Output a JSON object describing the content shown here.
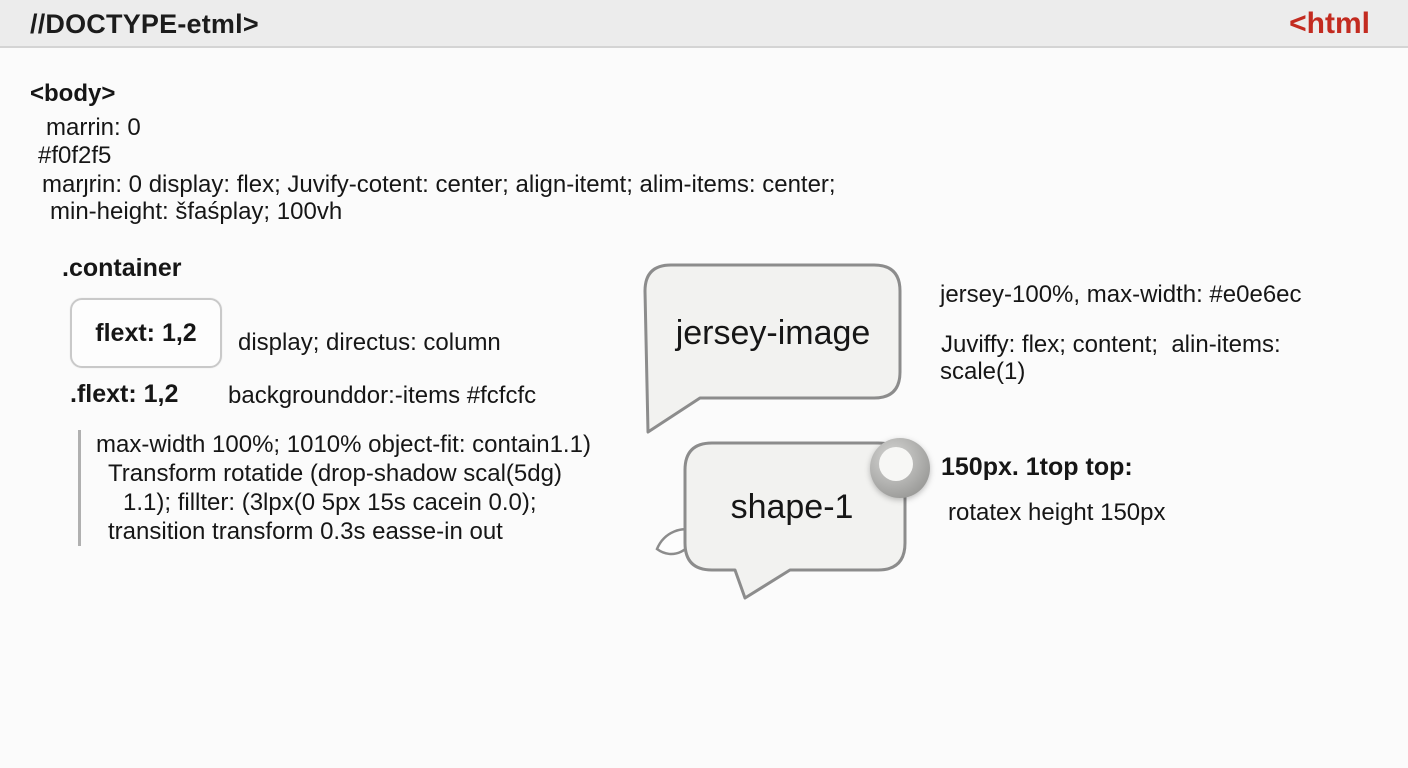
{
  "page": {
    "background": "#fbfbfb",
    "text_color": "#161616"
  },
  "topbar": {
    "title": "//DOCTYPE-etml>",
    "tag": "<html",
    "tag_color": "#c32b20"
  },
  "body_block": {
    "tag": "<body>",
    "lines": [
      "marrin: 0",
      "#f0f2f5",
      "marȷrin: 0 display: flex; Juvify-cotent: center; align-itemt; alim-items: center;",
      "min-height: šfaśplay; 100vh"
    ]
  },
  "container_section": {
    "heading": ".container",
    "flex_box": {
      "label": "flext: 1,2",
      "note": "display; directus: column"
    },
    "flext_rule": {
      "label": ".flext: 1,2",
      "note": "backgrounddor:-items #fcfcfc"
    },
    "style_lines": [
      "max-width 100%; 1010% object-fit: contain1.1)",
      "Transform rotatide (drop-shadow scal(5dg)",
      "1.1); fillter: (3lpx(0 5px 15s cacein 0.0);",
      "transition transform 0.3s easse-in out"
    ]
  },
  "jersey": {
    "label": "jersey-image",
    "notes": [
      "jersey-100%, max-width: #e0e6ec",
      "Juviffy: flex; content;  alin-items:",
      "scale(1)"
    ]
  },
  "shape": {
    "label": "shape-1",
    "note_bold": "150px. 1top top:",
    "note": "rotatex height 150px"
  },
  "colors": {
    "bubble_fill": "#f2f2f0",
    "bubble_stroke": "#8c8c8c",
    "topbar_bg": "#ececec"
  }
}
